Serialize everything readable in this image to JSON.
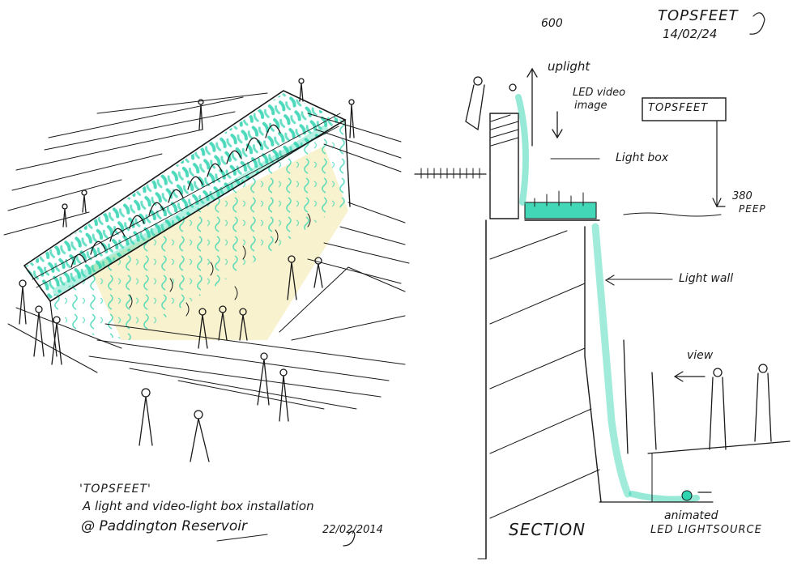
{
  "header": {
    "title": "TOPSFEET",
    "date": "14/02/24",
    "scale_note": "600"
  },
  "perspective": {
    "caption_title": "'TOPSFEET'",
    "caption_line_1": "A light and video-light box installation",
    "caption_line_2": "@ Paddington Reservoir",
    "caption_date": "22/02/2014"
  },
  "section": {
    "label": "SECTION",
    "sign": "TOPSFEET",
    "depth_note": "380",
    "depth_unit": "PEEP",
    "labels": {
      "uplight": "uplight",
      "led_video_image_1": "LED video",
      "led_video_image_2": "image",
      "light_box": "Light box",
      "light_wall": "Light wall",
      "view": "view",
      "led_source_1": "animated",
      "led_source_2": "LED LIGHTSOURCE"
    }
  },
  "colors": {
    "ink": "#1a1a1a",
    "marker_teal": "#2ed3b0",
    "marker_yellow": "#f3e8a6",
    "paper": "#ffffff"
  }
}
